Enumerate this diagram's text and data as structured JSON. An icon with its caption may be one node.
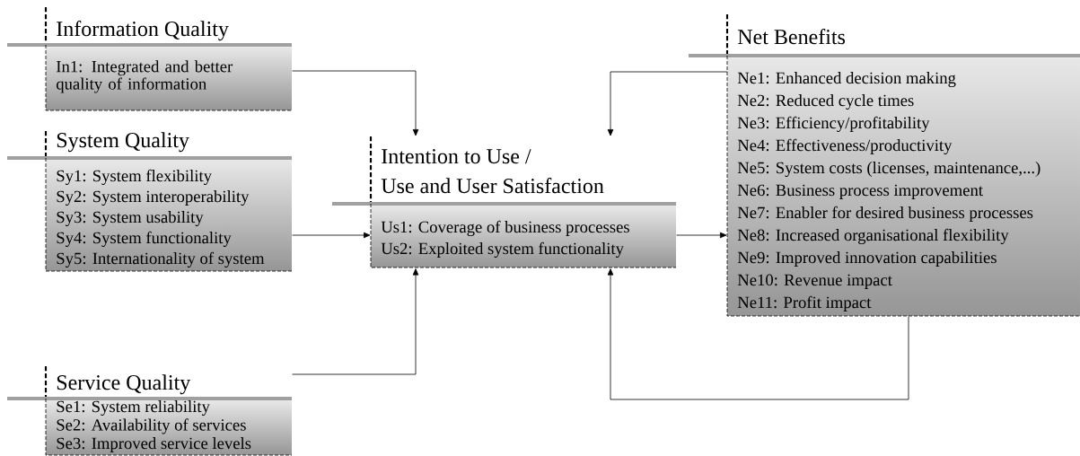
{
  "diagram": {
    "nodes": [
      {
        "text": [
          "Information Quality",
          "In1: Integrated and better quality of information"
        ]
      },
      {
        "text": [
          "System Quality",
          "Sy1: System flexibility",
          "Sy2: System interoperability",
          "Sy3: System usability",
          "Sy4: System functionality",
          "Sy5: Internationality of system"
        ]
      },
      {
        "text": [
          "Service Quality",
          "Se1: System reliability",
          "Se2: Availability of services",
          "Se3: Improved service levels"
        ]
      },
      {
        "text": [
          "Intention to Use /",
          "Use and User Satisfaction",
          "Us1: Coverage of business processes",
          "Us2: Exploited system functionality"
        ]
      },
      {
        "text": [
          "Net Benefits",
          "Ne1: Enhanced decision making",
          "Ne2: Reduced cycle times",
          "Ne3: Efficiency/profitability",
          "Ne4: Effectiveness/productivity",
          "Ne5: System costs (licenses, maintenance,...)",
          "Ne6: Business process improvement",
          "Ne7: Enabler for desired business processes",
          "Ne8: Increased organisational flexibility",
          "Ne9: Improved innovation capabilities",
          "Ne10: Revenue impact",
          "Ne11: Profit impact"
        ]
      }
    ],
    "edges": [
      {
        "from": 0,
        "to": 3,
        "arrow": "to"
      },
      {
        "from": 1,
        "to": 3,
        "arrow": "to"
      },
      {
        "from": 2,
        "to": 3,
        "arrow": "to"
      },
      {
        "from": 3,
        "to": 4,
        "arrow": "to"
      },
      {
        "from": 4,
        "to": 3,
        "arrow": "to"
      },
      {
        "from": 4,
        "to": 3,
        "arrow": "to"
      }
    ]
  }
}
